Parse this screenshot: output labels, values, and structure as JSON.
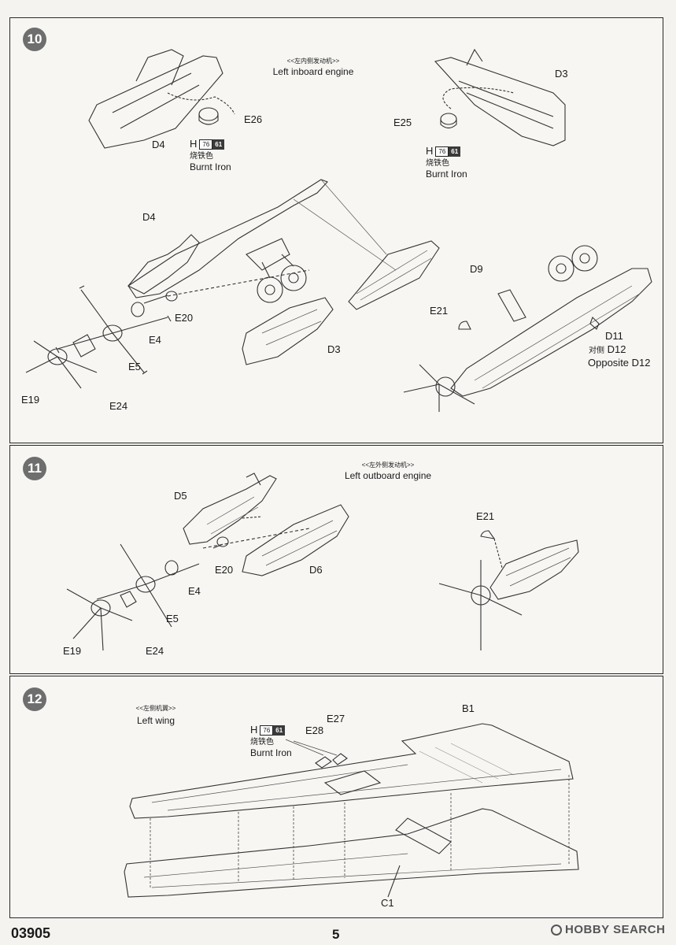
{
  "panels": {
    "step10": {
      "number": "10",
      "title_cn": "<<左内侧发动机>>",
      "title_en": "Left inboard engine",
      "labels": {
        "d4_top": "D4",
        "e26": "E26",
        "d3_top": "D3",
        "e25": "E25",
        "d4": "D4",
        "e20": "E20",
        "e4": "E4",
        "e5": "E5",
        "e19": "E19",
        "e24": "E24",
        "d3": "D3",
        "d9": "D9",
        "e21": "E21",
        "d11": "D11"
      },
      "opposite_cn": "对侧",
      "opposite_code": "D12",
      "opposite_en": "Opposite D12",
      "paint_left": {
        "prefix": "H",
        "code1": "76",
        "code2": "61",
        "name_cn": "烧铁色",
        "name_en": "Burnt Iron"
      },
      "paint_right": {
        "prefix": "H",
        "code1": "76",
        "code2": "61",
        "name_cn": "烧铁色",
        "name_en": "Burnt Iron"
      }
    },
    "step11": {
      "number": "11",
      "title_cn": "<<左外侧发动机>>",
      "title_en": "Left outboard engine",
      "labels": {
        "d5": "D5",
        "e20": "E20",
        "e4": "E4",
        "d6": "D6",
        "e5": "E5",
        "e19": "E19",
        "e24": "E24",
        "e21": "E21"
      }
    },
    "step12": {
      "number": "12",
      "title_cn": "<<左侧机翼>>",
      "title_en": "Left wing",
      "labels": {
        "b1": "B1",
        "e27": "E27",
        "e28": "E28",
        "c1": "C1"
      },
      "paint": {
        "prefix": "H",
        "code1": "76",
        "code2": "61",
        "name_cn": "烧铁色",
        "name_en": "Burnt Iron"
      }
    }
  },
  "footer": {
    "code": "03905",
    "page": "5",
    "watermark": "HOBBY SEARCH"
  }
}
